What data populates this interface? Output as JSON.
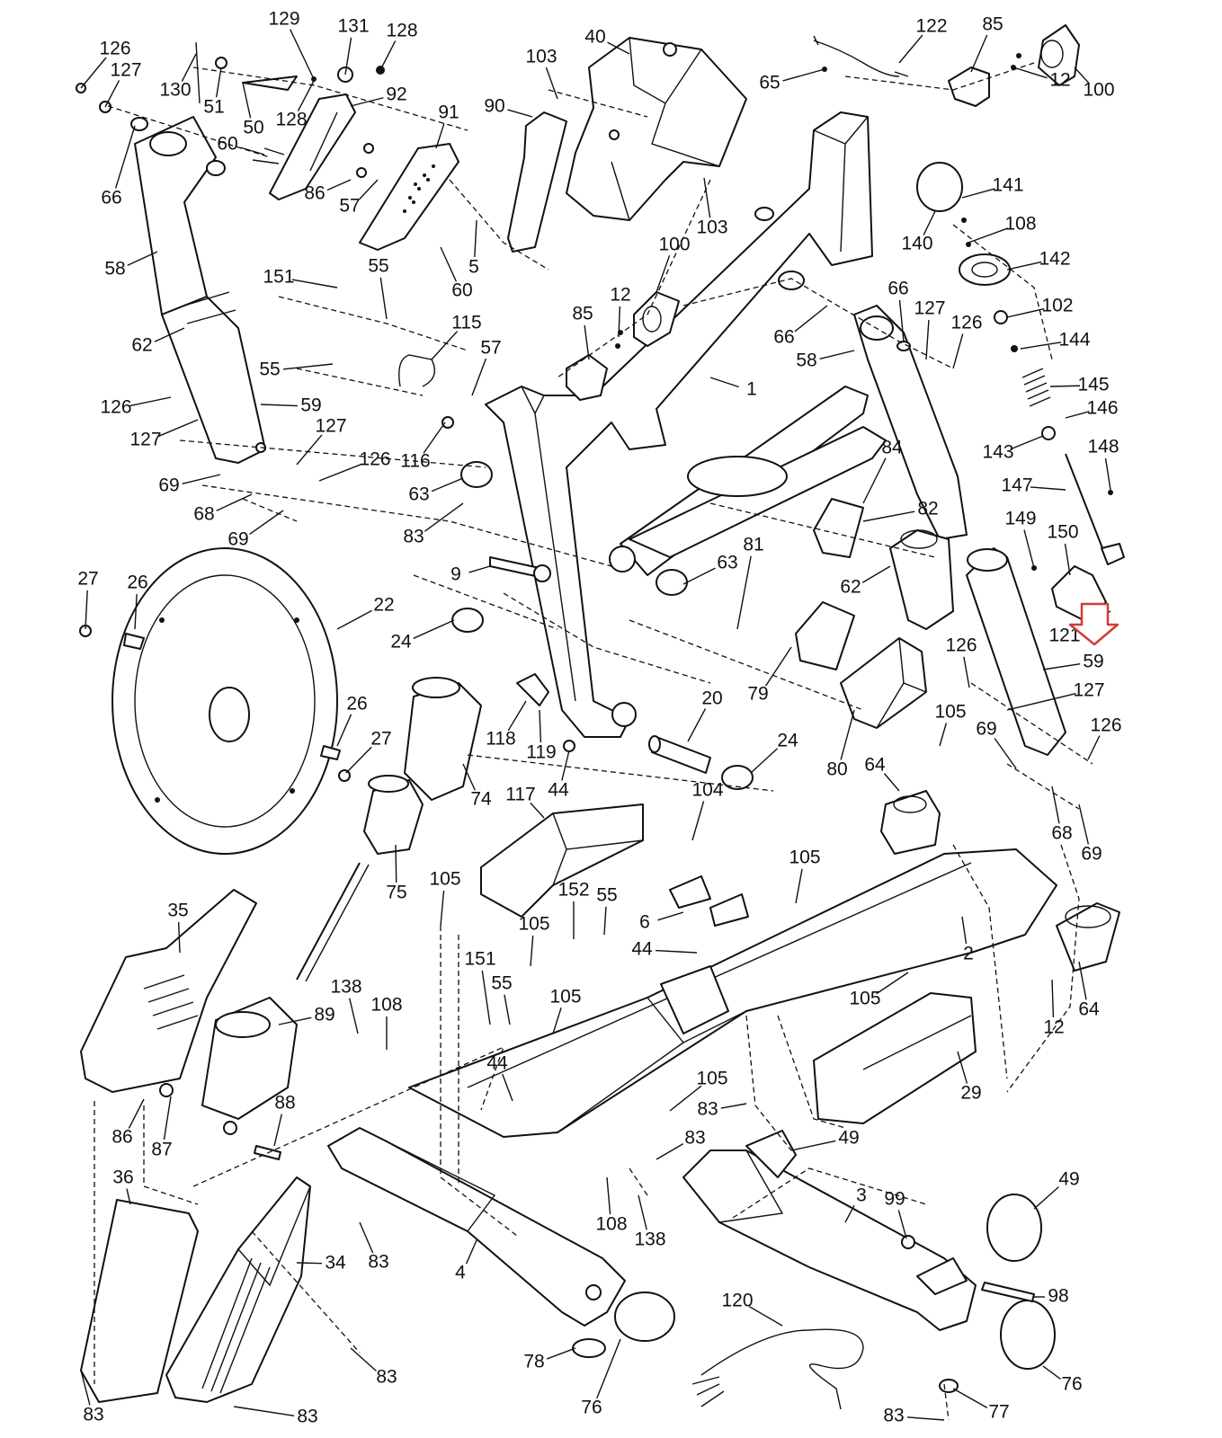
{
  "highlight": {
    "color": "#d43a3a",
    "icon": "down-arrow-outline-icon"
  },
  "labels": [
    {
      "text": "126"
    },
    {
      "text": "127"
    },
    {
      "text": "130"
    },
    {
      "text": "51"
    },
    {
      "text": "129"
    },
    {
      "text": "131"
    },
    {
      "text": "128"
    },
    {
      "text": "128"
    },
    {
      "text": "50"
    },
    {
      "text": "92"
    },
    {
      "text": "66"
    },
    {
      "text": "60"
    },
    {
      "text": "86"
    },
    {
      "text": "57"
    },
    {
      "text": "91"
    },
    {
      "text": "58"
    },
    {
      "text": "62"
    },
    {
      "text": "151"
    },
    {
      "text": "55"
    },
    {
      "text": "55"
    },
    {
      "text": "126"
    },
    {
      "text": "127"
    },
    {
      "text": "59"
    },
    {
      "text": "127"
    },
    {
      "text": "126"
    },
    {
      "text": "69"
    },
    {
      "text": "68"
    },
    {
      "text": "69"
    },
    {
      "text": "40"
    },
    {
      "text": "103"
    },
    {
      "text": "103"
    },
    {
      "text": "90"
    },
    {
      "text": "5"
    },
    {
      "text": "60"
    },
    {
      "text": "100"
    },
    {
      "text": "85"
    },
    {
      "text": "12"
    },
    {
      "text": "115"
    },
    {
      "text": "57"
    },
    {
      "text": "116"
    },
    {
      "text": "63"
    },
    {
      "text": "83"
    },
    {
      "text": "9"
    },
    {
      "text": "1"
    },
    {
      "text": "122"
    },
    {
      "text": "65"
    },
    {
      "text": "85"
    },
    {
      "text": "12"
    },
    {
      "text": "100"
    },
    {
      "text": "141"
    },
    {
      "text": "108"
    },
    {
      "text": "140"
    },
    {
      "text": "142"
    },
    {
      "text": "102"
    },
    {
      "text": "144"
    },
    {
      "text": "145"
    },
    {
      "text": "146"
    },
    {
      "text": "143"
    },
    {
      "text": "148"
    },
    {
      "text": "147"
    },
    {
      "text": "149"
    },
    {
      "text": "150"
    },
    {
      "text": "121"
    },
    {
      "text": "66"
    },
    {
      "text": "127"
    },
    {
      "text": "126"
    },
    {
      "text": "66"
    },
    {
      "text": "58"
    },
    {
      "text": "84"
    },
    {
      "text": "82"
    },
    {
      "text": "62"
    },
    {
      "text": "81"
    },
    {
      "text": "63"
    },
    {
      "text": "79"
    },
    {
      "text": "80"
    },
    {
      "text": "59"
    },
    {
      "text": "126"
    },
    {
      "text": "127"
    },
    {
      "text": "126"
    },
    {
      "text": "105"
    },
    {
      "text": "69"
    },
    {
      "text": "68"
    },
    {
      "text": "69"
    },
    {
      "text": "64"
    },
    {
      "text": "27"
    },
    {
      "text": "26"
    },
    {
      "text": "22"
    },
    {
      "text": "24"
    },
    {
      "text": "26"
    },
    {
      "text": "27"
    },
    {
      "text": "118"
    },
    {
      "text": "119"
    },
    {
      "text": "44"
    },
    {
      "text": "20"
    },
    {
      "text": "24"
    },
    {
      "text": "74"
    },
    {
      "text": "75"
    },
    {
      "text": "117"
    },
    {
      "text": "104"
    },
    {
      "text": "6"
    },
    {
      "text": "105"
    },
    {
      "text": "2"
    },
    {
      "text": "64"
    },
    {
      "text": "12"
    },
    {
      "text": "35"
    },
    {
      "text": "89"
    },
    {
      "text": "86"
    },
    {
      "text": "87"
    },
    {
      "text": "88"
    },
    {
      "text": "105"
    },
    {
      "text": "152"
    },
    {
      "text": "55"
    },
    {
      "text": "105"
    },
    {
      "text": "151"
    },
    {
      "text": "55"
    },
    {
      "text": "105"
    },
    {
      "text": "44"
    },
    {
      "text": "44"
    },
    {
      "text": "138"
    },
    {
      "text": "108"
    },
    {
      "text": "105"
    },
    {
      "text": "105"
    },
    {
      "text": "83"
    },
    {
      "text": "83"
    },
    {
      "text": "29"
    },
    {
      "text": "49"
    },
    {
      "text": "3"
    },
    {
      "text": "99"
    },
    {
      "text": "49"
    },
    {
      "text": "98"
    },
    {
      "text": "36"
    },
    {
      "text": "34"
    },
    {
      "text": "83"
    },
    {
      "text": "4"
    },
    {
      "text": "108"
    },
    {
      "text": "138"
    },
    {
      "text": "83"
    },
    {
      "text": "83"
    },
    {
      "text": "83"
    },
    {
      "text": "78"
    },
    {
      "text": "76"
    },
    {
      "text": "120"
    },
    {
      "text": "83"
    },
    {
      "text": "77"
    },
    {
      "text": "76"
    }
  ]
}
